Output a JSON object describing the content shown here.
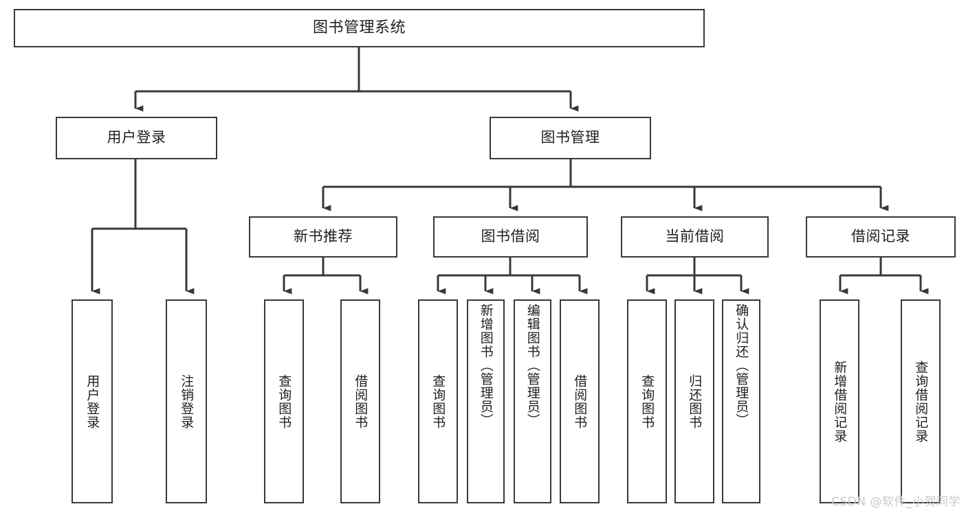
{
  "diagram": {
    "type": "tree-hierarchy",
    "title": "图书管理系统",
    "root": {
      "id": "root",
      "label": "图书管理系统",
      "level": 0
    },
    "level2": [
      {
        "id": "user-login",
        "label": "用户登录"
      },
      {
        "id": "book-management",
        "label": "图书管理"
      }
    ],
    "level3": [
      {
        "id": "new-book-recommend",
        "label": "新书推荐",
        "parent": "book-management"
      },
      {
        "id": "book-borrow",
        "label": "图书借阅",
        "parent": "book-management"
      },
      {
        "id": "current-borrow",
        "label": "当前借阅",
        "parent": "book-management"
      },
      {
        "id": "borrow-record",
        "label": "借阅记录",
        "parent": "book-management"
      }
    ],
    "leaves": [
      {
        "id": "leaf-user-login",
        "label": "用户登录",
        "parent": "user-login"
      },
      {
        "id": "leaf-logout-login",
        "label": "注销登录",
        "parent": "user-login"
      },
      {
        "id": "leaf-query-book-1",
        "label": "查询图书",
        "parent": "new-book-recommend"
      },
      {
        "id": "leaf-borrow-book-1",
        "label": "借阅图书",
        "parent": "new-book-recommend"
      },
      {
        "id": "leaf-query-book-2",
        "label": "查询图书",
        "parent": "book-borrow"
      },
      {
        "id": "leaf-add-book",
        "label": "新增图书（管理员）",
        "parent": "book-borrow"
      },
      {
        "id": "leaf-edit-book",
        "label": "编辑图书（管理员）",
        "parent": "book-borrow"
      },
      {
        "id": "leaf-borrow-book-2",
        "label": "借阅图书",
        "parent": "book-borrow"
      },
      {
        "id": "leaf-query-book-3",
        "label": "查询图书",
        "parent": "current-borrow"
      },
      {
        "id": "leaf-return-book",
        "label": "归还图书",
        "parent": "current-borrow"
      },
      {
        "id": "leaf-confirm-return",
        "label": "确认归还（管理员）",
        "parent": "current-borrow"
      },
      {
        "id": "leaf-add-record",
        "label": "新增借阅记录",
        "parent": "borrow-record"
      },
      {
        "id": "leaf-query-record",
        "label": "查询借阅记录",
        "parent": "borrow-record"
      }
    ]
  },
  "watermark": {
    "text": "CSDN @软件_小贺同学",
    "color": "#c9c9c9"
  },
  "style": {
    "line_color": "#35383c",
    "box_border_color": "#35383c",
    "box_fill": "#ffffff",
    "text_color": "#1f1f1f",
    "background": "#ffffff"
  }
}
